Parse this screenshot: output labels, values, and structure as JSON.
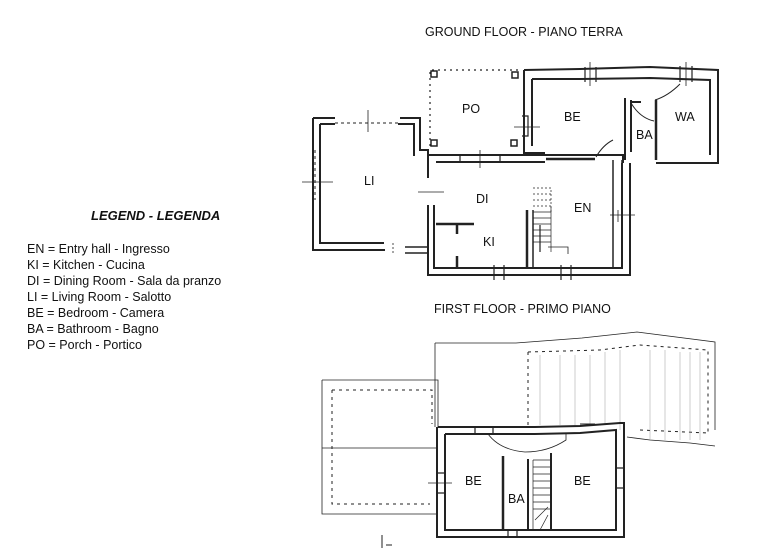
{
  "legend": {
    "title": "LEGEND - LEGENDA",
    "items": [
      "EN = Entry hall - Ingresso",
      "KI = Kitchen - Cucina",
      "DI = Dining Room - Sala da pranzo",
      "LI = Living Room - Salotto",
      "BE = Bedroom - Camera",
      "BA = Bathroom - Bagno",
      "PO = Porch - Portico"
    ]
  },
  "ground_floor": {
    "title": "GROUND FLOOR - PIANO TERRA",
    "rooms": {
      "po": "PO",
      "be": "BE",
      "ba": "BA",
      "wa": "WA",
      "li": "LI",
      "di": "DI",
      "en": "EN",
      "ki": "KI"
    }
  },
  "first_floor": {
    "title": "FIRST FLOOR - PRIMO PIANO",
    "rooms": {
      "be_left": "BE",
      "ba": "BA",
      "be_right": "BE"
    }
  }
}
